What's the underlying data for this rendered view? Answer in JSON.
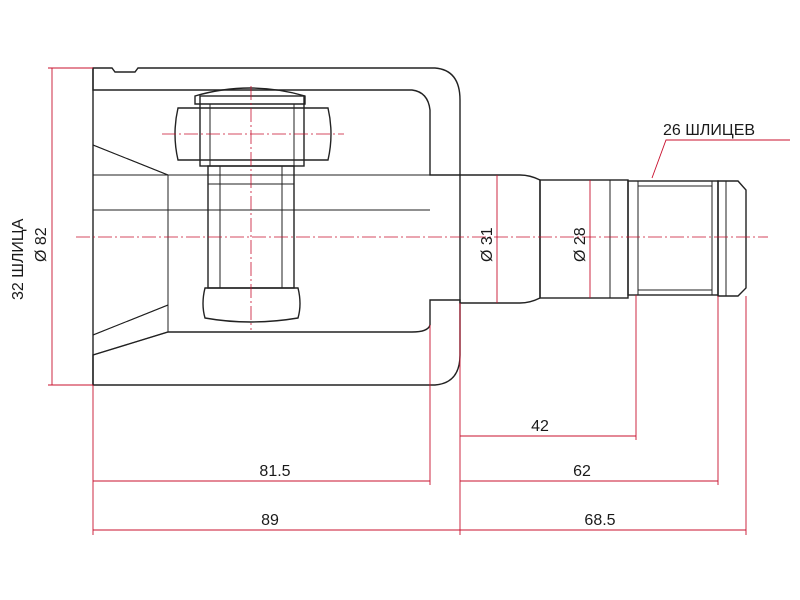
{
  "colors": {
    "outline": "#222222",
    "dimension": "#c8102e",
    "hatch": "#555555",
    "background": "#ffffff"
  },
  "labels": {
    "housing_diameter": "Ø 82",
    "housing_splines": "32 ШЛИЦА",
    "shaft_splines": "26 ШЛИЦЕВ",
    "shaft_diameter_1": "Ø 31",
    "shaft_diameter_2": "Ø 28"
  },
  "dimensions": {
    "inner_depth": "81.5",
    "housing_length": "89",
    "shaft_to_splines": "42",
    "shaft_to_end_of_splines": "62",
    "shaft_total": "68.5"
  }
}
